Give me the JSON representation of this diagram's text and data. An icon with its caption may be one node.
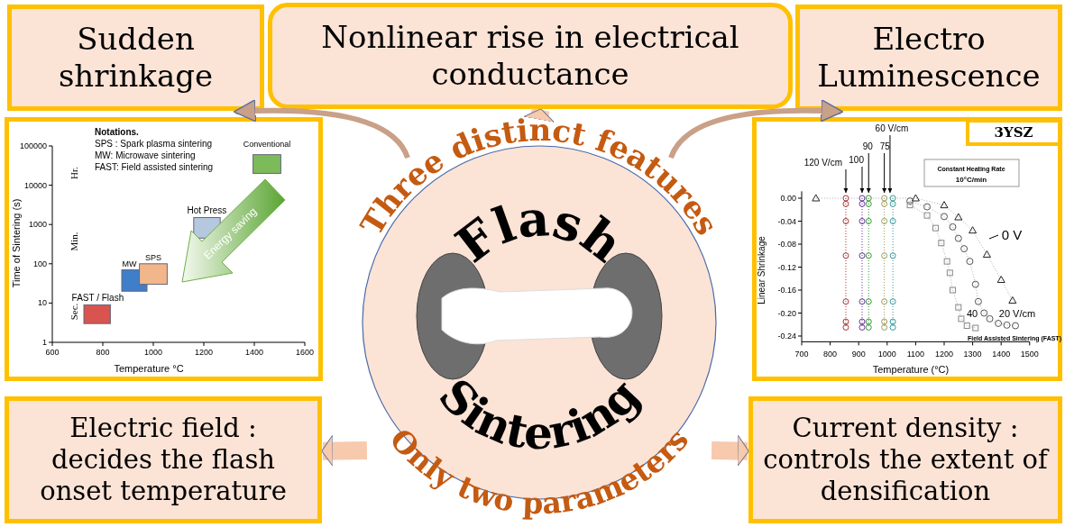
{
  "diagram": {
    "nodes": [
      {
        "text": [
          "Sudden shrinkage"
        ]
      },
      {
        "text": [
          "Nonlinear rise in electrical conductance"
        ]
      },
      {
        "text": [
          "Electro Luminescence"
        ]
      },
      {
        "text": [
          "Electric field : decides the flash onset temperature"
        ]
      },
      {
        "text": [
          "Current density : controls the extent of densification"
        ]
      },
      {
        "text": [
          "Three distinct features",
          "Flash",
          "Sintering",
          "Only two parameters"
        ]
      },
      {
        "text": [
          "3YSZ"
        ]
      }
    ],
    "edges": [
      {
        "from": 5,
        "to": 0,
        "arrow": "to"
      },
      {
        "from": 5,
        "to": 1,
        "arrow": "to"
      },
      {
        "from": 5,
        "to": 2,
        "arrow": "to"
      },
      {
        "from": 5,
        "to": 3,
        "arrow": "to"
      },
      {
        "from": 5,
        "to": 4,
        "arrow": "to"
      }
    ],
    "labels": [
      "Notations.",
      "SPS : Spark plasma sintering",
      "MW: Microwave sintering",
      "FAST: Field assisted sintering",
      "Conventional",
      "Hr.",
      "Min.",
      "Hot Press",
      "Energy saving",
      "MW",
      "SPS",
      "Sec.",
      "FAST / Flash",
      "100000",
      "10000",
      "1000",
      "100",
      "10",
      "1",
      "Time of Sintering (s)",
      "600",
      "800",
      "1000",
      "1200",
      "1400",
      "1600",
      "Temperature °C",
      "60 V/cm",
      "90",
      "75",
      "120 V/cm",
      "100",
      "Constant Heating Rate",
      "10°C/min",
      "0 V",
      "40",
      "20 V/cm",
      "Field Assisted Sintering (FAST)",
      "0.00",
      "-0.04",
      "-0.08",
      "-0.12",
      "-0.16",
      "-0.20",
      "-0.24",
      "Linear Shrinkage",
      "700",
      "800",
      "900",
      "1000",
      "1100",
      "1200",
      "1300",
      "1400",
      "1500",
      "Temperature (°C)"
    ]
  }
}
